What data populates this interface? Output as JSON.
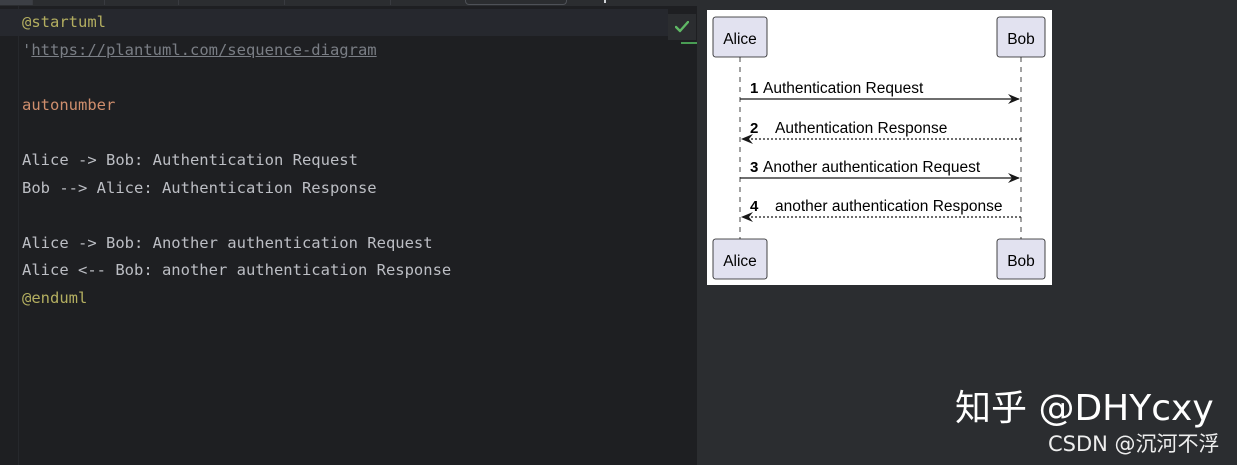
{
  "editor": {
    "lines": [
      {
        "text": "@startuml",
        "type": "annotation"
      },
      {
        "prefix": "'",
        "url": "https://plantuml.com/sequence-diagram",
        "type": "comment"
      },
      {
        "text": "",
        "type": "blank"
      },
      {
        "text": "autonumber",
        "type": "keyword"
      },
      {
        "text": "",
        "type": "blank"
      },
      {
        "text": "Alice -> Bob: Authentication Request",
        "type": "plain"
      },
      {
        "text": "Bob --> Alice: Authentication Response",
        "type": "plain"
      },
      {
        "text": "",
        "type": "blank"
      },
      {
        "text": "Alice -> Bob: Another authentication Request",
        "type": "plain"
      },
      {
        "text": "Alice <-- Bob: another authentication Response",
        "type": "plain"
      },
      {
        "text": "@enduml",
        "type": "annotation"
      }
    ],
    "status_icon": "checkmark-icon",
    "status_color": "#5fb865"
  },
  "diagram": {
    "participants": [
      "Alice",
      "Bob"
    ],
    "messages": [
      {
        "num": "1",
        "text": "Authentication Request",
        "from": "Alice",
        "to": "Bob",
        "dashed": false
      },
      {
        "num": "2",
        "text": "Authentication Response",
        "from": "Bob",
        "to": "Alice",
        "dashed": true
      },
      {
        "num": "3",
        "text": "Another authentication Request",
        "from": "Alice",
        "to": "Bob",
        "dashed": false
      },
      {
        "num": "4",
        "text": "another authentication Response",
        "from": "Bob",
        "to": "Alice",
        "dashed": true
      }
    ],
    "participant_fill": "#e2e2f0",
    "participant_stroke": "#181818"
  },
  "watermark": {
    "main": "知乎 @DHYcxy",
    "sub": "CSDN @沉河不浮"
  }
}
